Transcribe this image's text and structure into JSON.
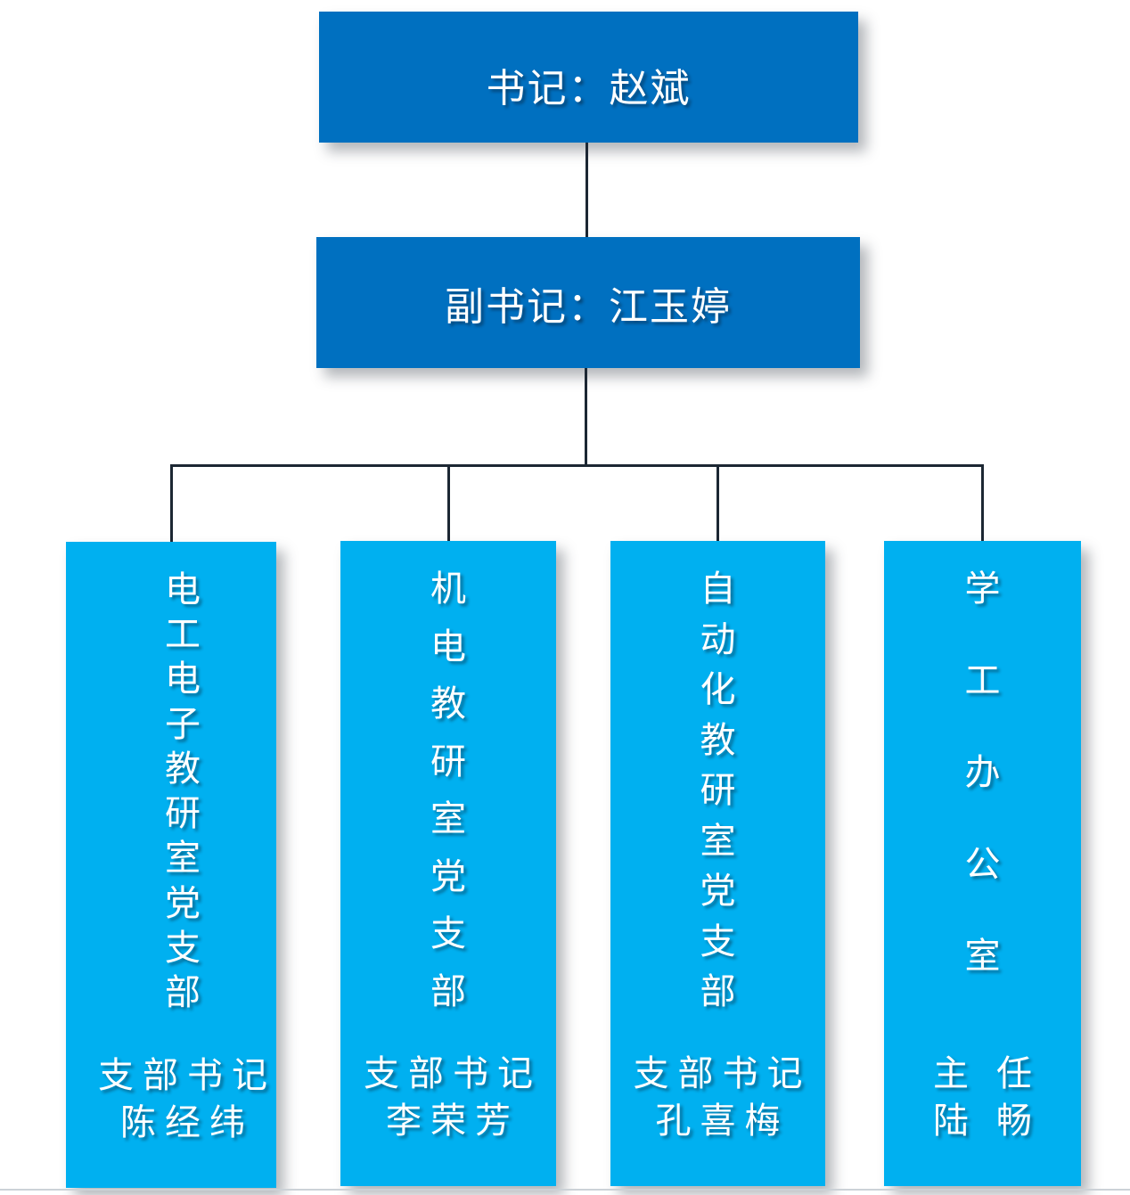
{
  "colors": {
    "executive_box": "#0070c0",
    "branch_box": "#00b0f0",
    "connector": "#1c2733",
    "text": "#ffffff",
    "page_background": "#ffffff",
    "page_edge": "#ccd2d7"
  },
  "org_chart": {
    "secretary": {
      "label": "书记：赵斌"
    },
    "deputy_secretary": {
      "label": "副书记：江玉婷"
    },
    "branches": [
      {
        "title": "电工电子教研室党支部",
        "officer_title": "支部书记",
        "officer_name": "陈经纬"
      },
      {
        "title": "机电教研室党支部",
        "officer_title": "支部书记",
        "officer_name": "李荣芳"
      },
      {
        "title": "自动化教研室党支部",
        "officer_title": "支部书记",
        "officer_name": "孔喜梅"
      },
      {
        "title": "学工办公室",
        "officer_title": "主 任",
        "officer_name": "陆 畅"
      }
    ]
  }
}
